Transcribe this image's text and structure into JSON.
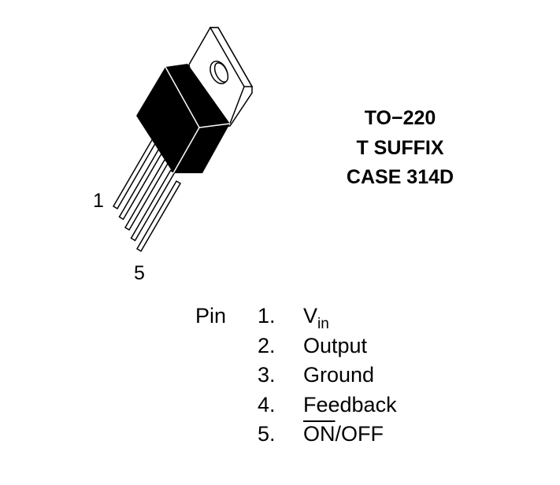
{
  "package": {
    "name": "TO−220",
    "suffix": "T SUFFIX",
    "case": "CASE 314D"
  },
  "pin_labels": {
    "first": "1",
    "last": "5"
  },
  "pinout": {
    "heading": "Pin",
    "pins": [
      {
        "num": "1.",
        "name": "V",
        "sub": "in",
        "overline": ""
      },
      {
        "num": "2.",
        "name": "Output",
        "sub": "",
        "overline": ""
      },
      {
        "num": "3.",
        "name": "Ground",
        "sub": "",
        "overline": ""
      },
      {
        "num": "4.",
        "name": "Feedback",
        "sub": "",
        "overline": ""
      },
      {
        "num": "5.",
        "name": "/OFF",
        "sub": "",
        "overline": "ON"
      }
    ]
  }
}
